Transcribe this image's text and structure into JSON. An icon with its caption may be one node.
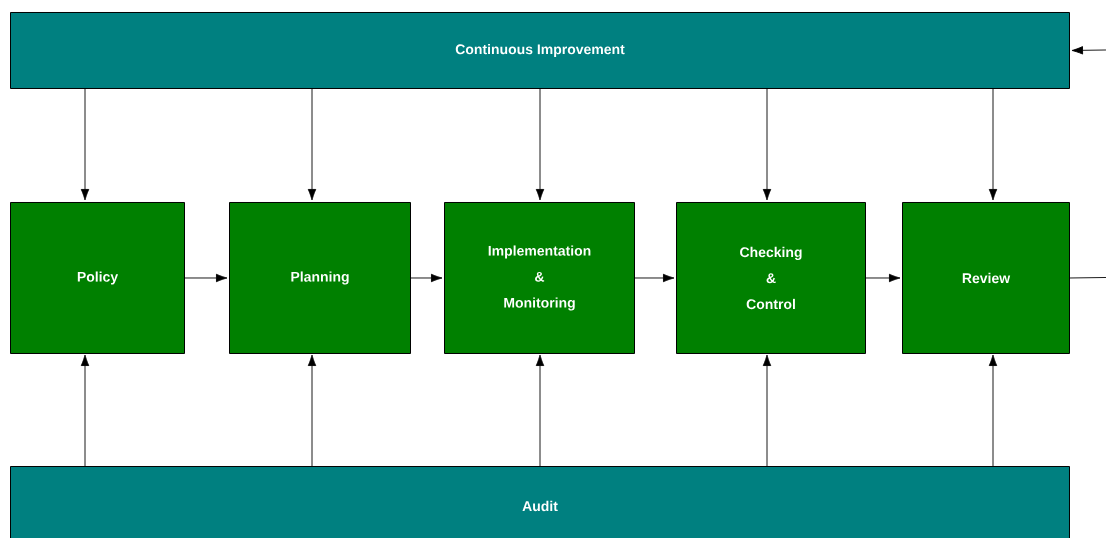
{
  "diagram": {
    "nodes": [
      {
        "text": [
          "Continuous Improvement"
        ]
      },
      {
        "text": [
          "Policy"
        ]
      },
      {
        "text": [
          "Planning"
        ]
      },
      {
        "text": [
          "Implementation & Monitoring"
        ]
      },
      {
        "text": [
          "Checking & Control"
        ]
      },
      {
        "text": [
          "Review"
        ]
      },
      {
        "text": [
          "Audit"
        ]
      }
    ],
    "edges": [
      {
        "from": 0,
        "to": 1,
        "arrow": "to"
      },
      {
        "from": 0,
        "to": 2,
        "arrow": "to"
      },
      {
        "from": 0,
        "to": 3,
        "arrow": "to"
      },
      {
        "from": 0,
        "to": 4,
        "arrow": "to"
      },
      {
        "from": 0,
        "to": 5,
        "arrow": "to"
      },
      {
        "from": 1,
        "to": 2,
        "arrow": "to"
      },
      {
        "from": 2,
        "to": 3,
        "arrow": "to"
      },
      {
        "from": 3,
        "to": 4,
        "arrow": "to"
      },
      {
        "from": 4,
        "to": 5,
        "arrow": "to"
      },
      {
        "from": 6,
        "to": 1,
        "arrow": "to"
      },
      {
        "from": 6,
        "to": 2,
        "arrow": "to"
      },
      {
        "from": 6,
        "to": 3,
        "arrow": "to"
      },
      {
        "from": 6,
        "to": 4,
        "arrow": "to"
      },
      {
        "from": 6,
        "to": 5,
        "arrow": "to"
      },
      {
        "from": 5,
        "to": null,
        "arrow": "none"
      },
      {
        "from": null,
        "to": 0,
        "arrow": "to"
      }
    ]
  }
}
